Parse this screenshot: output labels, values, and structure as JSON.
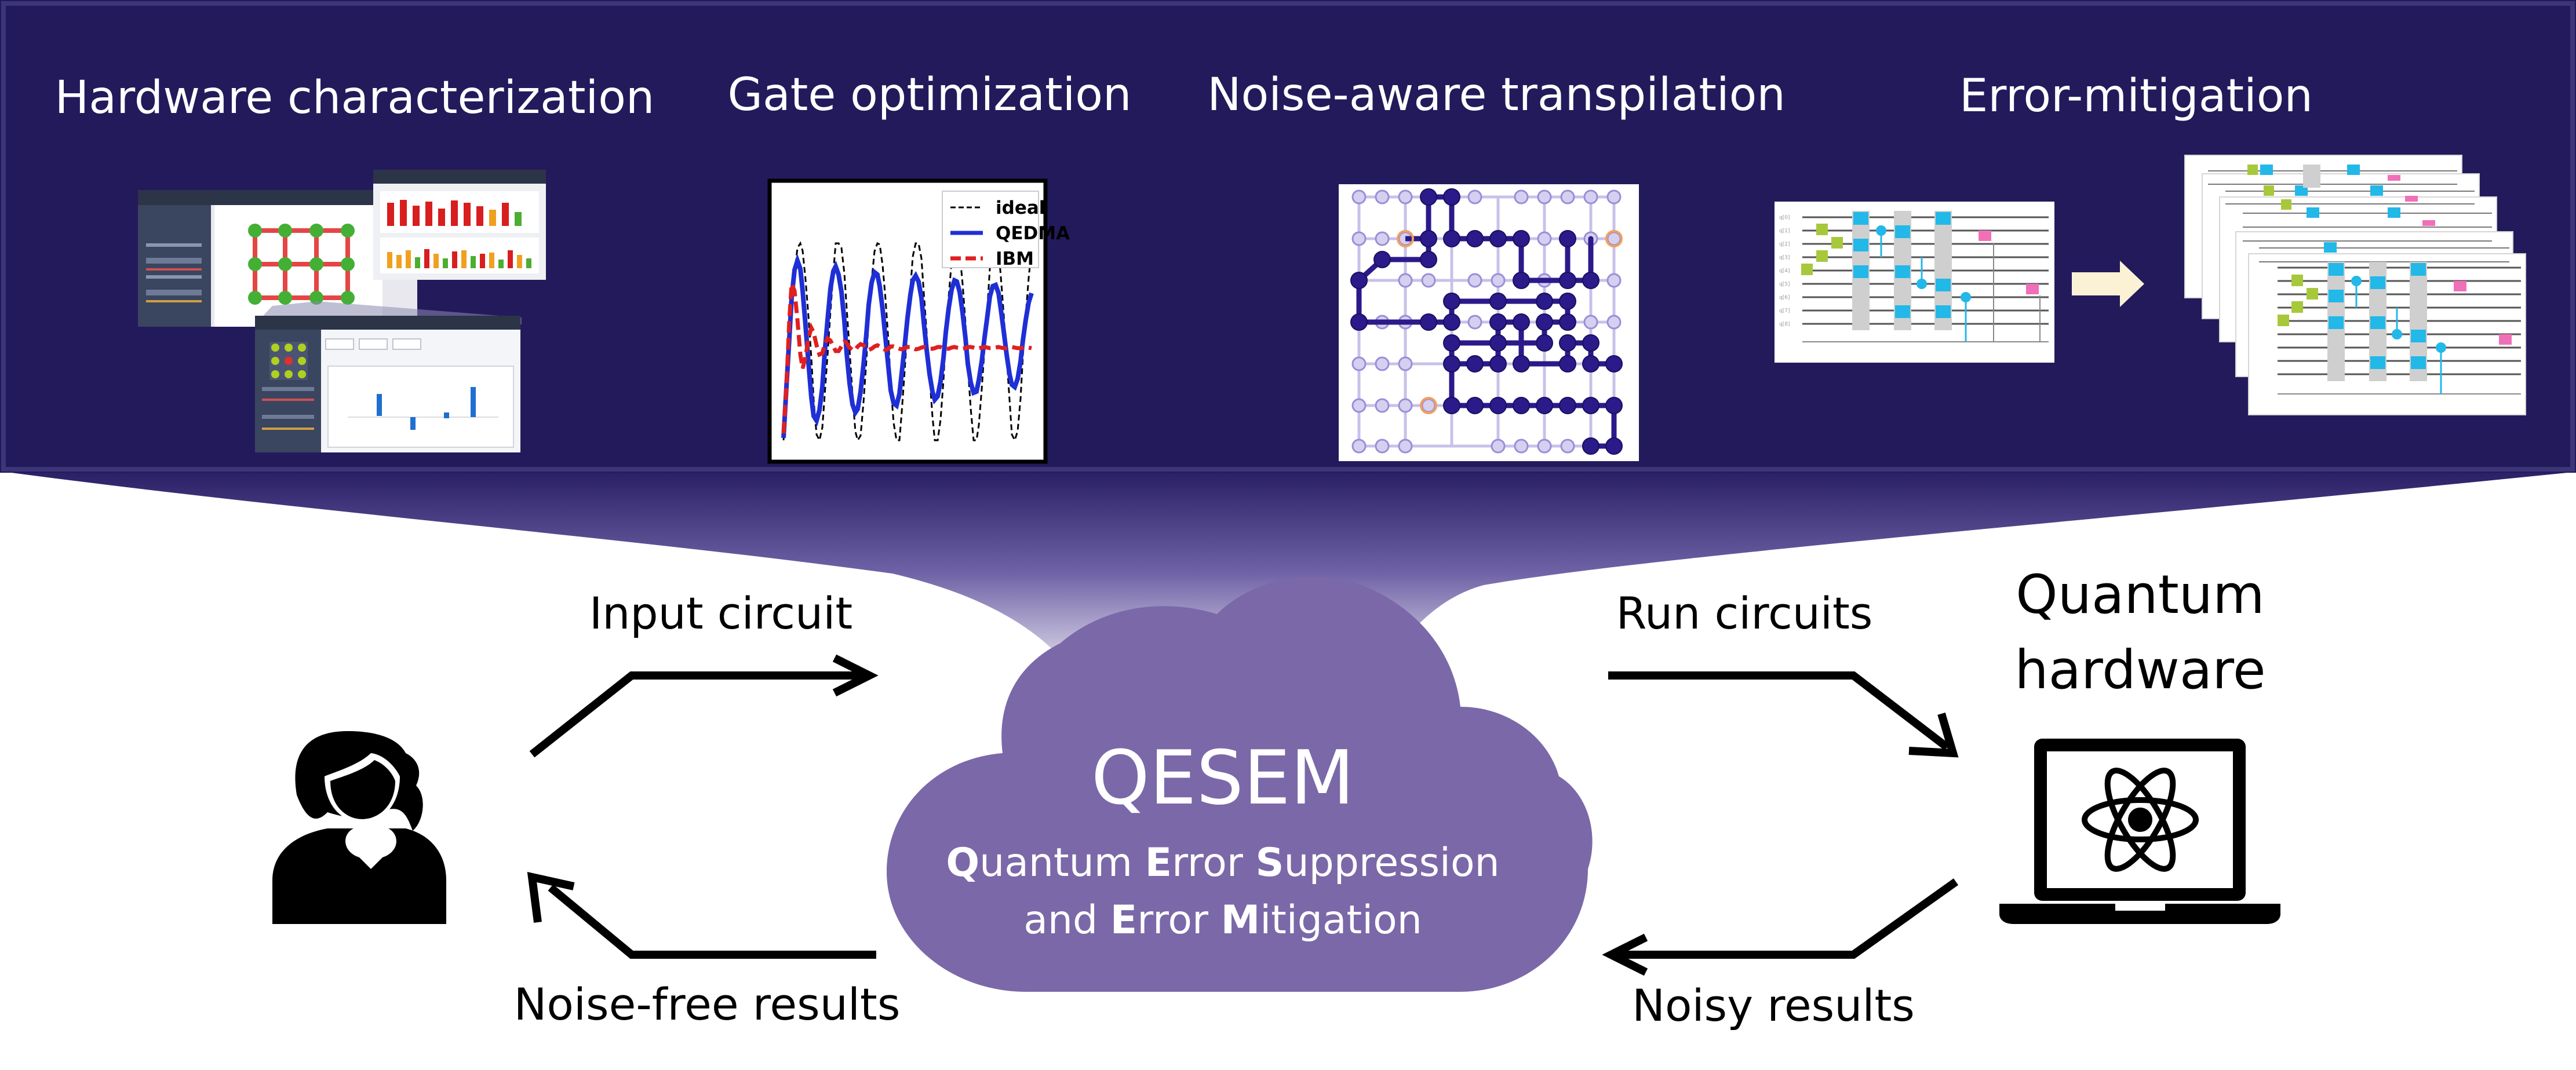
{
  "colors": {
    "banner": "#231a5c",
    "banner_border": "#3a3470",
    "cloud": "#7b68a8",
    "cloud_text": "#ffffff",
    "arrow": "#000000",
    "ideal": "#000000",
    "qedma": "#1f2fd6",
    "ibm": "#e02020",
    "node": "#2b1a8a",
    "node_light": "#b8aee0",
    "gate_green": "#a8c83c",
    "gate_cyan": "#22b8e8",
    "gate_pink": "#f070b8",
    "gate_gray": "#cfcfcf",
    "bar_red": "#d81e1e",
    "bar_orange": "#f0a020",
    "bar_green": "#4cae30"
  },
  "stages": [
    {
      "label": "Hardware characterization"
    },
    {
      "label": "Gate optimization"
    },
    {
      "label": "Noise-aware transpilation"
    },
    {
      "label": "Error-mitigation"
    }
  ],
  "gate_plot": {
    "legend": [
      {
        "label": "ideal"
      },
      {
        "label": "QEDMA"
      },
      {
        "label": "IBM"
      }
    ]
  },
  "center": {
    "title": "QESEM",
    "line1": [
      {
        "bold": "Q",
        "rest": "uantum "
      },
      {
        "bold": "E",
        "rest": "rror "
      },
      {
        "bold": "S",
        "rest": "uppression"
      }
    ],
    "line2": [
      {
        "bold": "",
        "rest": "and "
      },
      {
        "bold": "E",
        "rest": "rror "
      },
      {
        "bold": "M",
        "rest": "itigation"
      }
    ]
  },
  "flow": {
    "input": "Input circuit",
    "output": "Noise-free results",
    "run": "Run circuits",
    "noisy": "Noisy results"
  },
  "hardware": {
    "line1": "Quantum",
    "line2": "hardware"
  },
  "icons": {
    "user": "user-icon",
    "laptop": "laptop-icon",
    "atom": "atom-icon",
    "forward": "arrow-right-icon"
  }
}
